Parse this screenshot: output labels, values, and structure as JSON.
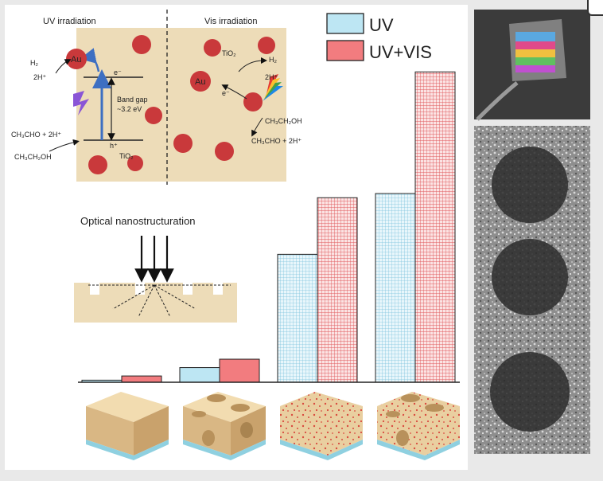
{
  "mechanism": {
    "uv_title": "UV irradiation",
    "vis_title": "Vis irradiation",
    "h2_left": "H₂",
    "twoh_left": "2H⁺",
    "au_left": "Au",
    "au_mid": "Au",
    "electron_left": "e⁻",
    "hole_left": "h⁺",
    "band_gap": "Band gap",
    "band_gap_value": "~3.2 eV",
    "tio2_left": "TiO₂",
    "ch3cho_left": "CH₃CHO + 2H⁺",
    "ch3ch2oh_left": "CH₃CH₂OH",
    "tio2_right": "TiO₂",
    "h2_right": "H₂",
    "twoh_right": "2H⁺",
    "electron_right": "e⁻",
    "ch3ch2oh_right": "CH₃CH₂OH",
    "ch3cho_right": "CH₃CHO + 2H⁺"
  },
  "optical": {
    "title": "Optical nanostructuration"
  },
  "legend": {
    "uv": "UV",
    "uv_vis": "UV+VIS"
  },
  "colors": {
    "uv": "#bde6f3",
    "uv_vis": "#f27c7f",
    "film": "#eddcb8",
    "au": "#c9393b"
  },
  "chart_data": {
    "type": "bar",
    "categories": [
      "",
      "",
      "",
      ""
    ],
    "series": [
      {
        "name": "UV",
        "values": [
          1,
          7,
          61,
          90
        ]
      },
      {
        "name": "UV+VIS",
        "values": [
          3,
          11,
          88,
          148
        ],
        "note": ""
      }
    ],
    "patterned": [
      false,
      false,
      true,
      true
    ],
    "ylim": [
      0,
      150
    ],
    "xlabel": "",
    "ylabel": "",
    "title": ""
  }
}
